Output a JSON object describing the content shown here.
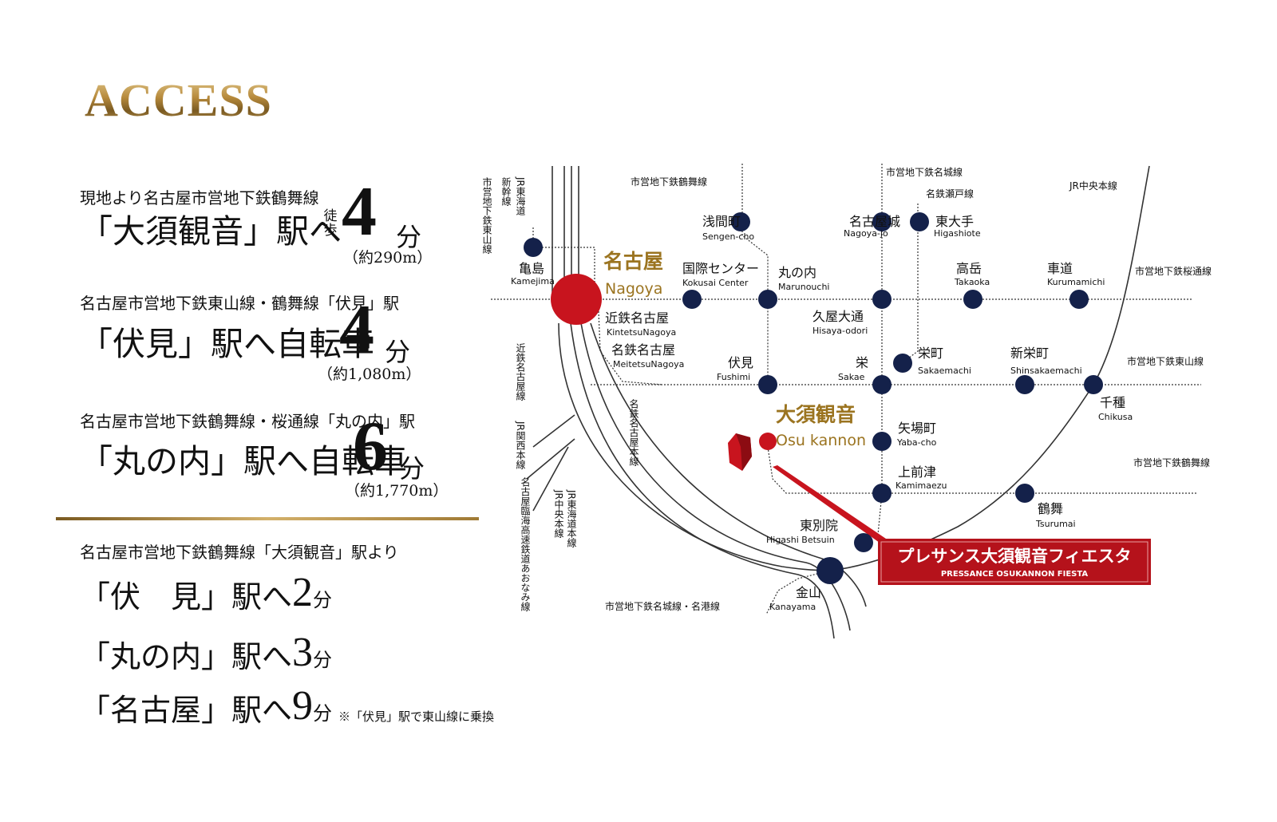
{
  "title": "ACCESS",
  "access": [
    {
      "sub": "現地より名古屋市営地下鉄鶴舞線",
      "station": "「大須観音」駅へ",
      "mode": "徒歩",
      "minutes": "4",
      "unit": "分",
      "distance": "（約290m）"
    },
    {
      "sub": "名古屋市営地下鉄東山線・鶴舞線「伏見」駅",
      "station": "「伏見」駅へ自転車",
      "minutes": "4",
      "unit": "分",
      "distance": "（約1,080m）"
    },
    {
      "sub": "名古屋市営地下鉄鶴舞線・桜通線「丸の内」駅",
      "station": "「丸の内」駅へ自転車",
      "minutes": "6",
      "unit": "分",
      "distance": "（約1,770m）"
    }
  ],
  "from_osu": {
    "heading": "名古屋市営地下鉄鶴舞線「大須観音」駅より",
    "routes": [
      {
        "station": "「伏　見」駅へ",
        "minutes": "2",
        "unit": "分",
        "note": ""
      },
      {
        "station": "「丸の内」駅へ",
        "minutes": "3",
        "unit": "分",
        "note": ""
      },
      {
        "station": "「名古屋」駅へ",
        "minutes": "9",
        "unit": "分",
        "note": "※「伏見」駅で東山線に乗換"
      }
    ]
  },
  "map": {
    "stations": [
      {
        "id": "kamejima",
        "ja": "亀島",
        "en": "Kamejima"
      },
      {
        "id": "nagoya",
        "ja": "名古屋",
        "en": "Nagoya"
      },
      {
        "id": "sengencho",
        "ja": "浅間町",
        "en": "Sengen-cho"
      },
      {
        "id": "kokusai",
        "ja": "国際センター",
        "en": "Kokusai Center"
      },
      {
        "id": "marunouchi",
        "ja": "丸の内",
        "en": "Marunouchi"
      },
      {
        "id": "nagoyajo",
        "ja": "名古屋城",
        "en": "Nagoya-jo"
      },
      {
        "id": "higashiote",
        "ja": "東大手",
        "en": "Higashiote"
      },
      {
        "id": "takaoka",
        "ja": "高岳",
        "en": "Takaoka"
      },
      {
        "id": "kurumamichi",
        "ja": "車道",
        "en": "Kurumamichi"
      },
      {
        "id": "kintetsu",
        "ja": "近鉄名古屋",
        "en": "KintetsuNagoya"
      },
      {
        "id": "meitetsu",
        "ja": "名鉄名古屋",
        "en": "MeitetsuNagoya"
      },
      {
        "id": "hisaya",
        "ja": "久屋大通",
        "en": "Hisaya-odori"
      },
      {
        "id": "fushimi",
        "ja": "伏見",
        "en": "Fushimi"
      },
      {
        "id": "sakae",
        "ja": "栄",
        "en": "Sakae"
      },
      {
        "id": "sakaemachi",
        "ja": "栄町",
        "en": "Sakaemachi"
      },
      {
        "id": "shinsakae",
        "ja": "新栄町",
        "en": "Shinsakaemachi"
      },
      {
        "id": "chikusa",
        "ja": "千種",
        "en": "Chikusa"
      },
      {
        "id": "osu",
        "ja": "大須観音",
        "en": "Osu kannon"
      },
      {
        "id": "yaba",
        "ja": "矢場町",
        "en": "Yaba-cho"
      },
      {
        "id": "kamimaezu",
        "ja": "上前津",
        "en": "Kamimaezu"
      },
      {
        "id": "tsurumai",
        "ja": "鶴舞",
        "en": "Tsurumai"
      },
      {
        "id": "betsuin",
        "ja": "東別院",
        "en": "Higashi Betsuin"
      },
      {
        "id": "kanayama",
        "ja": "金山",
        "en": "Kanayama"
      }
    ],
    "lines": {
      "tsurumai_top": "市営地下鉄鶴舞線",
      "meijo_top": "市営地下鉄名城線",
      "seto": "名鉄瀬戸線",
      "jr_chuo": "JR中央本線",
      "sakuradori": "市営地下鉄桜通線",
      "higashiyama": "市営地下鉄東山線",
      "tsurumai_right": "市営地下鉄鶴舞線",
      "meijo_meiko": "市営地下鉄名城線・名港線",
      "higashiyama_v": "市営地下鉄東山線",
      "shinkansen_v": "新幹線",
      "jr_tokaido_top_v": "JR東海道",
      "kintetsu_v": "近鉄名古屋線",
      "jr_kansai_v": "JR関西本線",
      "meitetsu_v": "名鉄名古屋本線",
      "aonami_v": "名古屋臨海高速鉄道あおなみ線",
      "jr_chuo_v": "JR中央本線",
      "jr_tokaido_v": "JR東海道本線"
    },
    "property": {
      "ja": "プレサンス大須観音フィエスタ",
      "en": "PRESSANCE OSUKANNON FIESTA"
    },
    "colors": {
      "station": "#14214a",
      "accent": "#c8141e",
      "gold": "#9b7420",
      "label_bg": "#b5121b"
    }
  }
}
